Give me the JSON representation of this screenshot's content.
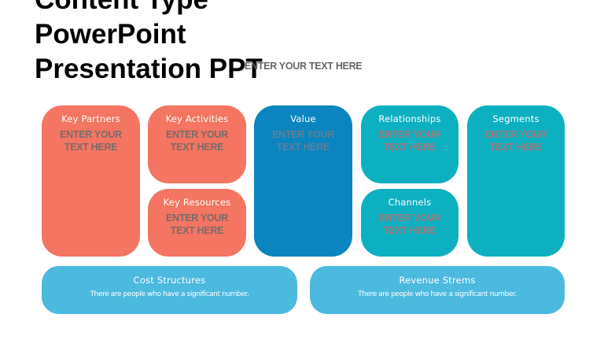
{
  "title": {
    "lines": [
      "Content Type",
      "PowerPoint",
      "Presentation PPT"
    ]
  },
  "subtitle": "ENTER YOUR TEXT HERE",
  "colors": {
    "coral": "#F47561",
    "blue": "#0A85BF",
    "teal": "#0DB0C1",
    "light_blue": "#4CB9DF"
  },
  "boxes": {
    "key_partners": {
      "label": "Key Partners",
      "text1": "ENTER YOUR",
      "text2": "TEXT HERE"
    },
    "key_activities": {
      "label": "Key Activities",
      "text1": "ENTER YOUR",
      "text2": "TEXT HERE"
    },
    "key_resources": {
      "label": "Key Resources",
      "text1": "ENTER YOUR",
      "text2": "TEXT HERE"
    },
    "value": {
      "label": "Value",
      "text1": "ENTER YOUR",
      "text2": "TEXT HERE"
    },
    "relationships": {
      "label": "Relationships",
      "text1": "ENTER YOUR",
      "text2": "TEXT HERE"
    },
    "channels": {
      "label": "Channels",
      "text1": "ENTER YOUR",
      "text2": "TEXT HERE"
    },
    "segments": {
      "label": "Segments",
      "text1": "ENTER YOUR",
      "text2": "TEXT HERE"
    }
  },
  "bottom": {
    "cost": {
      "label": "Cost Structures",
      "desc": "There are people who have a significant number."
    },
    "revenue": {
      "label": "Revenue Strems",
      "desc": "There are people who have a significant number."
    }
  }
}
